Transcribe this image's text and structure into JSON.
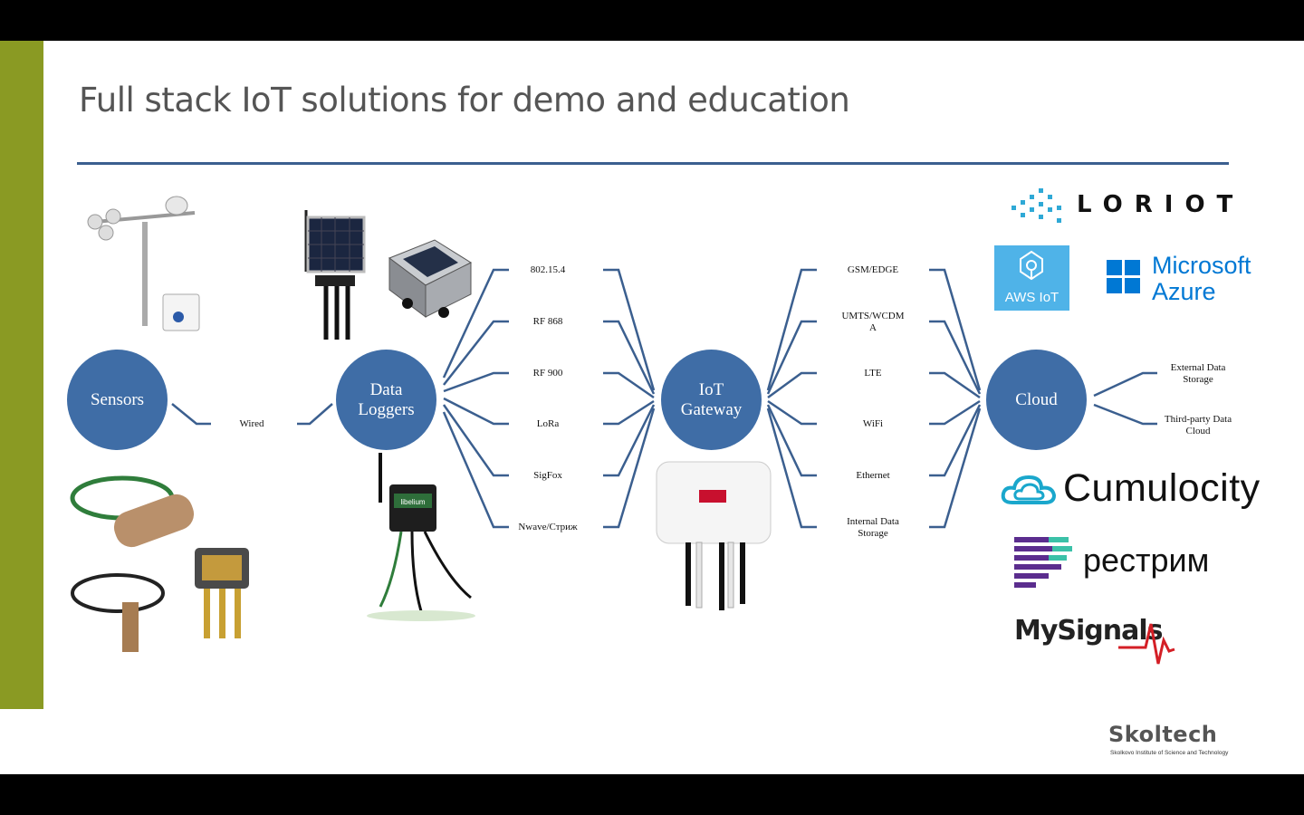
{
  "slide": {
    "title": "Full stack IoT solutions for demo and education"
  },
  "nodes": {
    "sensors": "Sensors",
    "data_loggers_line1": "Data",
    "data_loggers_line2": "Loggers",
    "iot_gateway_line1": "IoT",
    "iot_gateway_line2": "Gateway",
    "cloud": "Cloud"
  },
  "links": {
    "wired": "Wired",
    "radio": [
      "802.15.4",
      "RF 868",
      "RF 900",
      "LoRa",
      "SigFox",
      "Nwave/Стриж"
    ],
    "uplink": [
      "GSM/EDGE",
      "UMTS/WCDM",
      "A",
      "LTE",
      "WiFi",
      "Ethernet",
      "Internal Data",
      "Storage"
    ],
    "cloud_out": [
      "External Data",
      "Storage",
      "Third-party Data",
      "Cloud"
    ]
  },
  "logos": {
    "loriot": "LORIOT",
    "aws": "AWS IoT",
    "azure_line1": "Microsoft",
    "azure_line2": "Azure",
    "cumulocity": "Cumulocity",
    "restream": "рестрим",
    "mysignals": "MySignals",
    "skoltech": "Skoltech",
    "skoltech_sub": "Skolkovo Institute of Science and Technology",
    "libelium": "libelium"
  },
  "colors": {
    "accent_bar": "#8a9a23",
    "node_fill": "#3f6da6",
    "line": "#3b5f8f",
    "skoltech_green": "#8a9a23"
  }
}
